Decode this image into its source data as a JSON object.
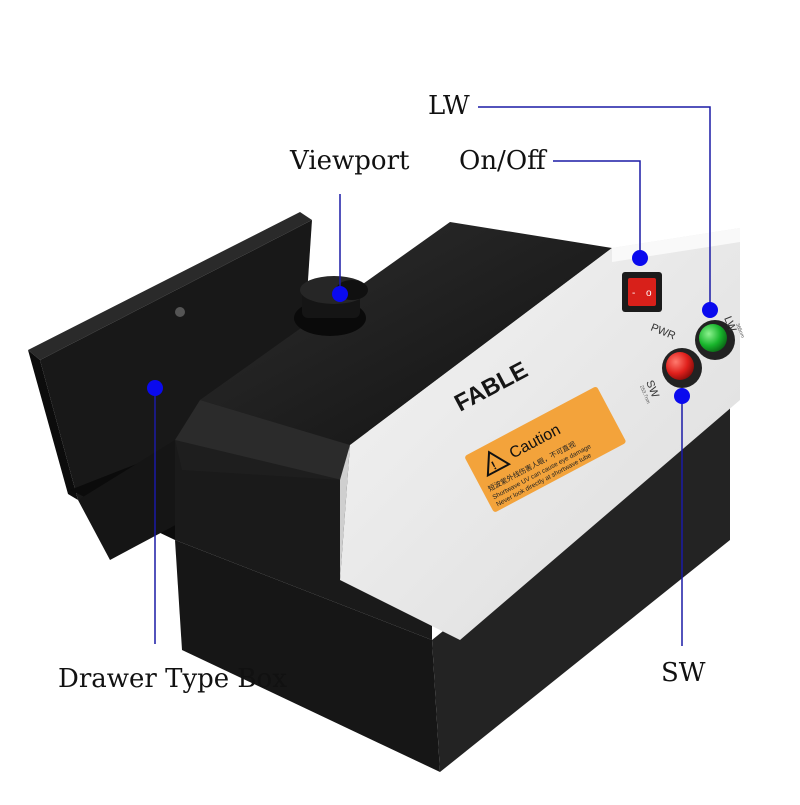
{
  "callouts": {
    "lw": "LW",
    "on_off": "On/Off",
    "viewport": "Viewport",
    "drawer_type_box": "Drawer Type Box",
    "sw": "SW"
  },
  "device": {
    "brand": "FABLE",
    "power_label": "PWR",
    "sw_label": "SW",
    "sw_wavelength": "253.7nm",
    "lw_label": "LW",
    "lw_wavelength": "365nm",
    "caution_title": "Caution",
    "caution_cn": "短波紫外线伤害人眼，不可直视",
    "caution_en_1": "Shortwave UV can cause eye damage",
    "caution_en_2": "Never look directly at shortwave tube"
  },
  "colors": {
    "callout_line": "#1a1aa6",
    "callout_dot": "#0a0aee",
    "body_black": "#141414",
    "panel_white": "#ececec",
    "caution_orange": "#f3a33b",
    "power_red": "#d8201a",
    "button_red": "#e0201c",
    "button_green": "#18b52c"
  }
}
